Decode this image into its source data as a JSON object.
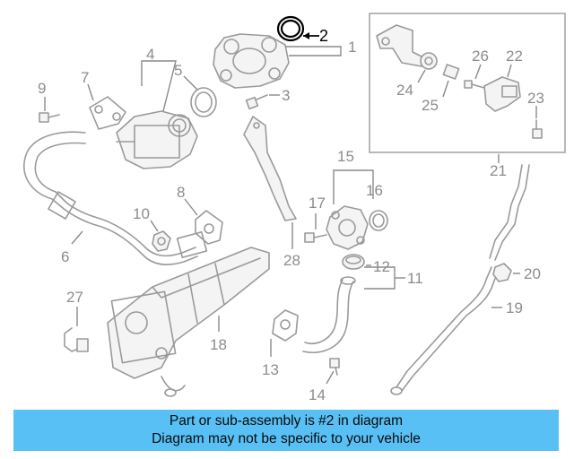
{
  "diagram": {
    "callouts": [
      "1",
      "2",
      "3",
      "4",
      "5",
      "6",
      "7",
      "8",
      "9",
      "10",
      "11",
      "12",
      "13",
      "14",
      "15",
      "16",
      "17",
      "18",
      "19",
      "20",
      "21",
      "22",
      "23",
      "24",
      "25",
      "26",
      "27",
      "28"
    ],
    "highlighted_part": "2",
    "highlight_color": "#000000",
    "part_color": "#9a9a9a"
  },
  "banner": {
    "line1": "Part or sub-assembly is #2 in diagram",
    "line2": "Diagram may not be specific to your vehicle",
    "background": "#58c0f5"
  }
}
